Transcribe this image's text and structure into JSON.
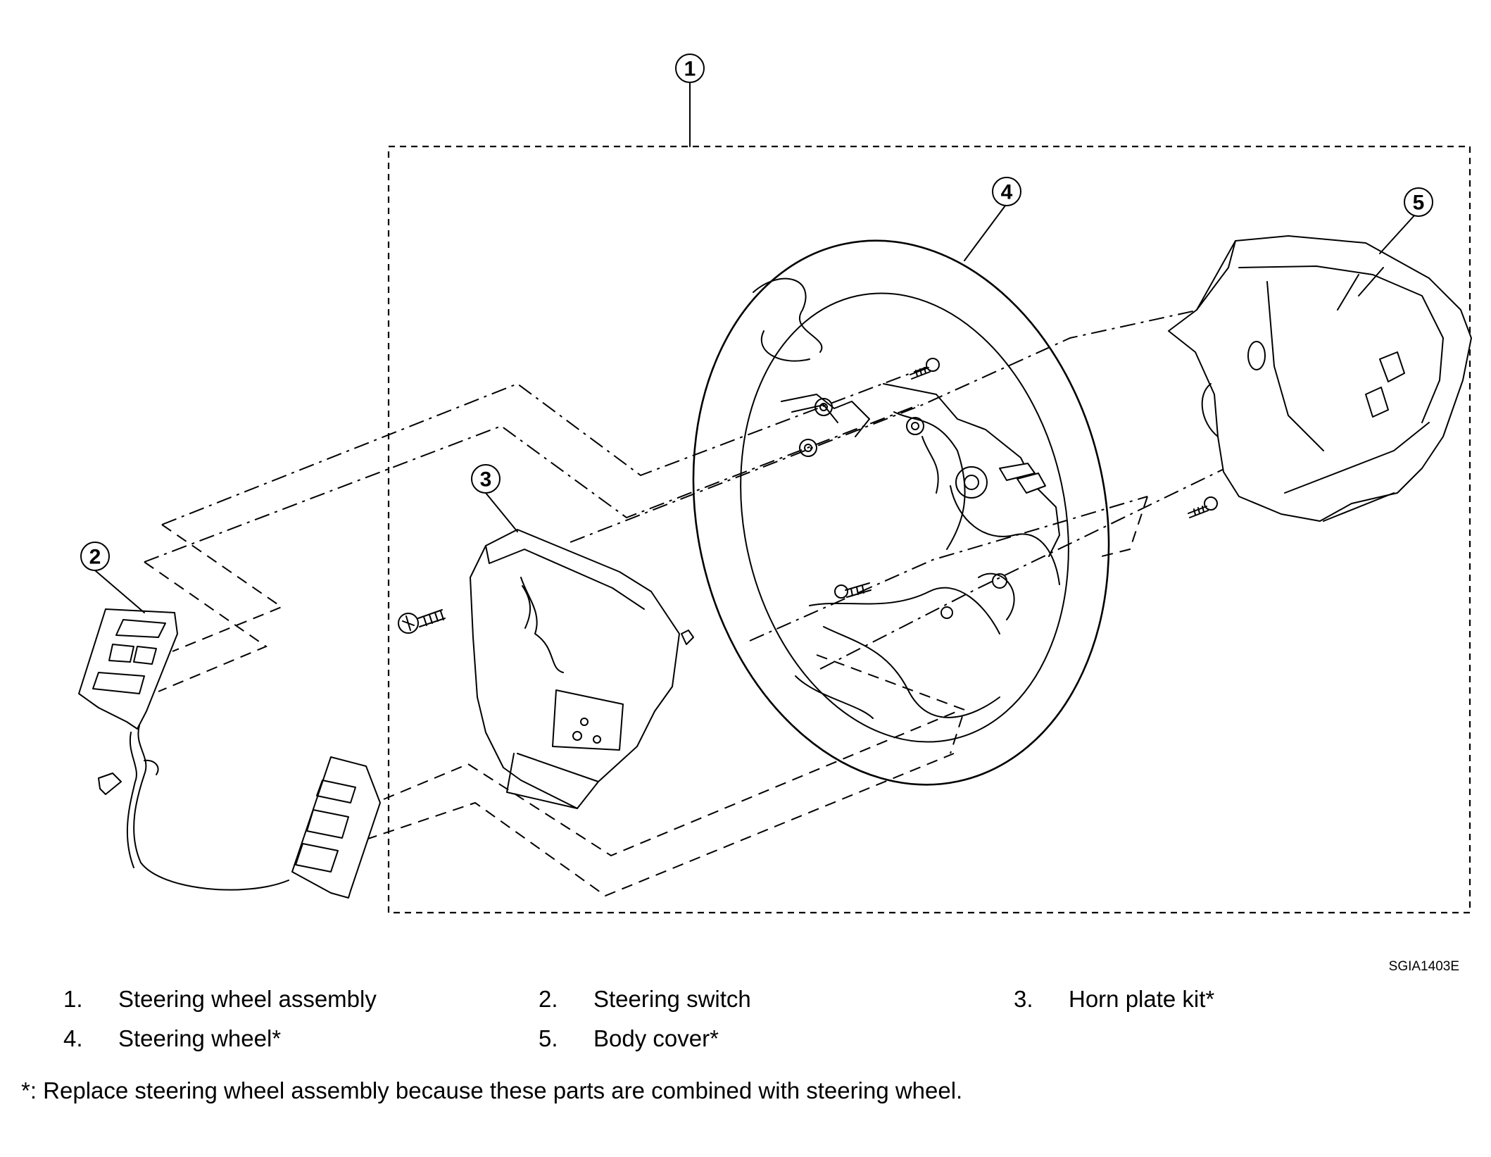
{
  "callouts": [
    "1",
    "2",
    "3",
    "4",
    "5"
  ],
  "figure_code": "SGIA1403E",
  "legend": [
    {
      "num": "1.",
      "label": "Steering wheel assembly"
    },
    {
      "num": "2.",
      "label": "Steering switch"
    },
    {
      "num": "3.",
      "label": "Horn plate kit*"
    },
    {
      "num": "4.",
      "label": "Steering wheel*"
    },
    {
      "num": "5.",
      "label": "Body cover*"
    }
  ],
  "footnote": "*: Replace steering wheel assembly because these parts are combined with steering wheel."
}
